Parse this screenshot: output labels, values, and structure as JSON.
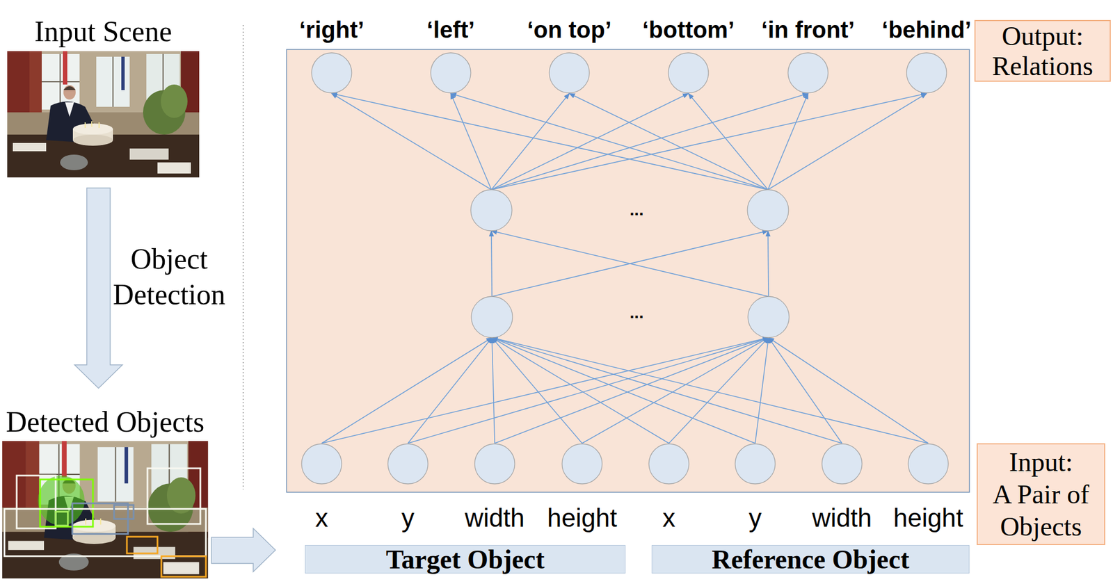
{
  "diagram": {
    "nodes": [
      {
        "text": [
          "Input Scene"
        ]
      },
      {
        "text": [
          "‘right’"
        ]
      },
      {
        "text": [
          "‘left’"
        ]
      },
      {
        "text": [
          "‘on top’"
        ]
      },
      {
        "text": [
          "‘bottom’"
        ]
      },
      {
        "text": [
          "‘in front’"
        ]
      },
      {
        "text": [
          "‘behind’"
        ]
      },
      {
        "text": [
          "Output:",
          "Relations"
        ]
      },
      {
        "text": [
          "Detected Objects"
        ]
      },
      {
        "text": [
          "x"
        ]
      },
      {
        "text": [
          "y"
        ]
      },
      {
        "text": [
          "width"
        ]
      },
      {
        "text": [
          "height"
        ]
      },
      {
        "text": [
          "x"
        ]
      },
      {
        "text": [
          "y"
        ]
      },
      {
        "text": [
          "width"
        ]
      },
      {
        "text": [
          "height"
        ]
      },
      {
        "text": [
          "Input:",
          "A Pair of Objects"
        ]
      },
      {
        "text": [
          "Target Object"
        ]
      },
      {
        "text": [
          "Reference Object"
        ]
      }
    ],
    "edges": [
      {
        "from": 0,
        "to": 8,
        "label": "Object Detection",
        "arrow": "to"
      }
    ],
    "labels": [
      "...",
      "..."
    ]
  }
}
